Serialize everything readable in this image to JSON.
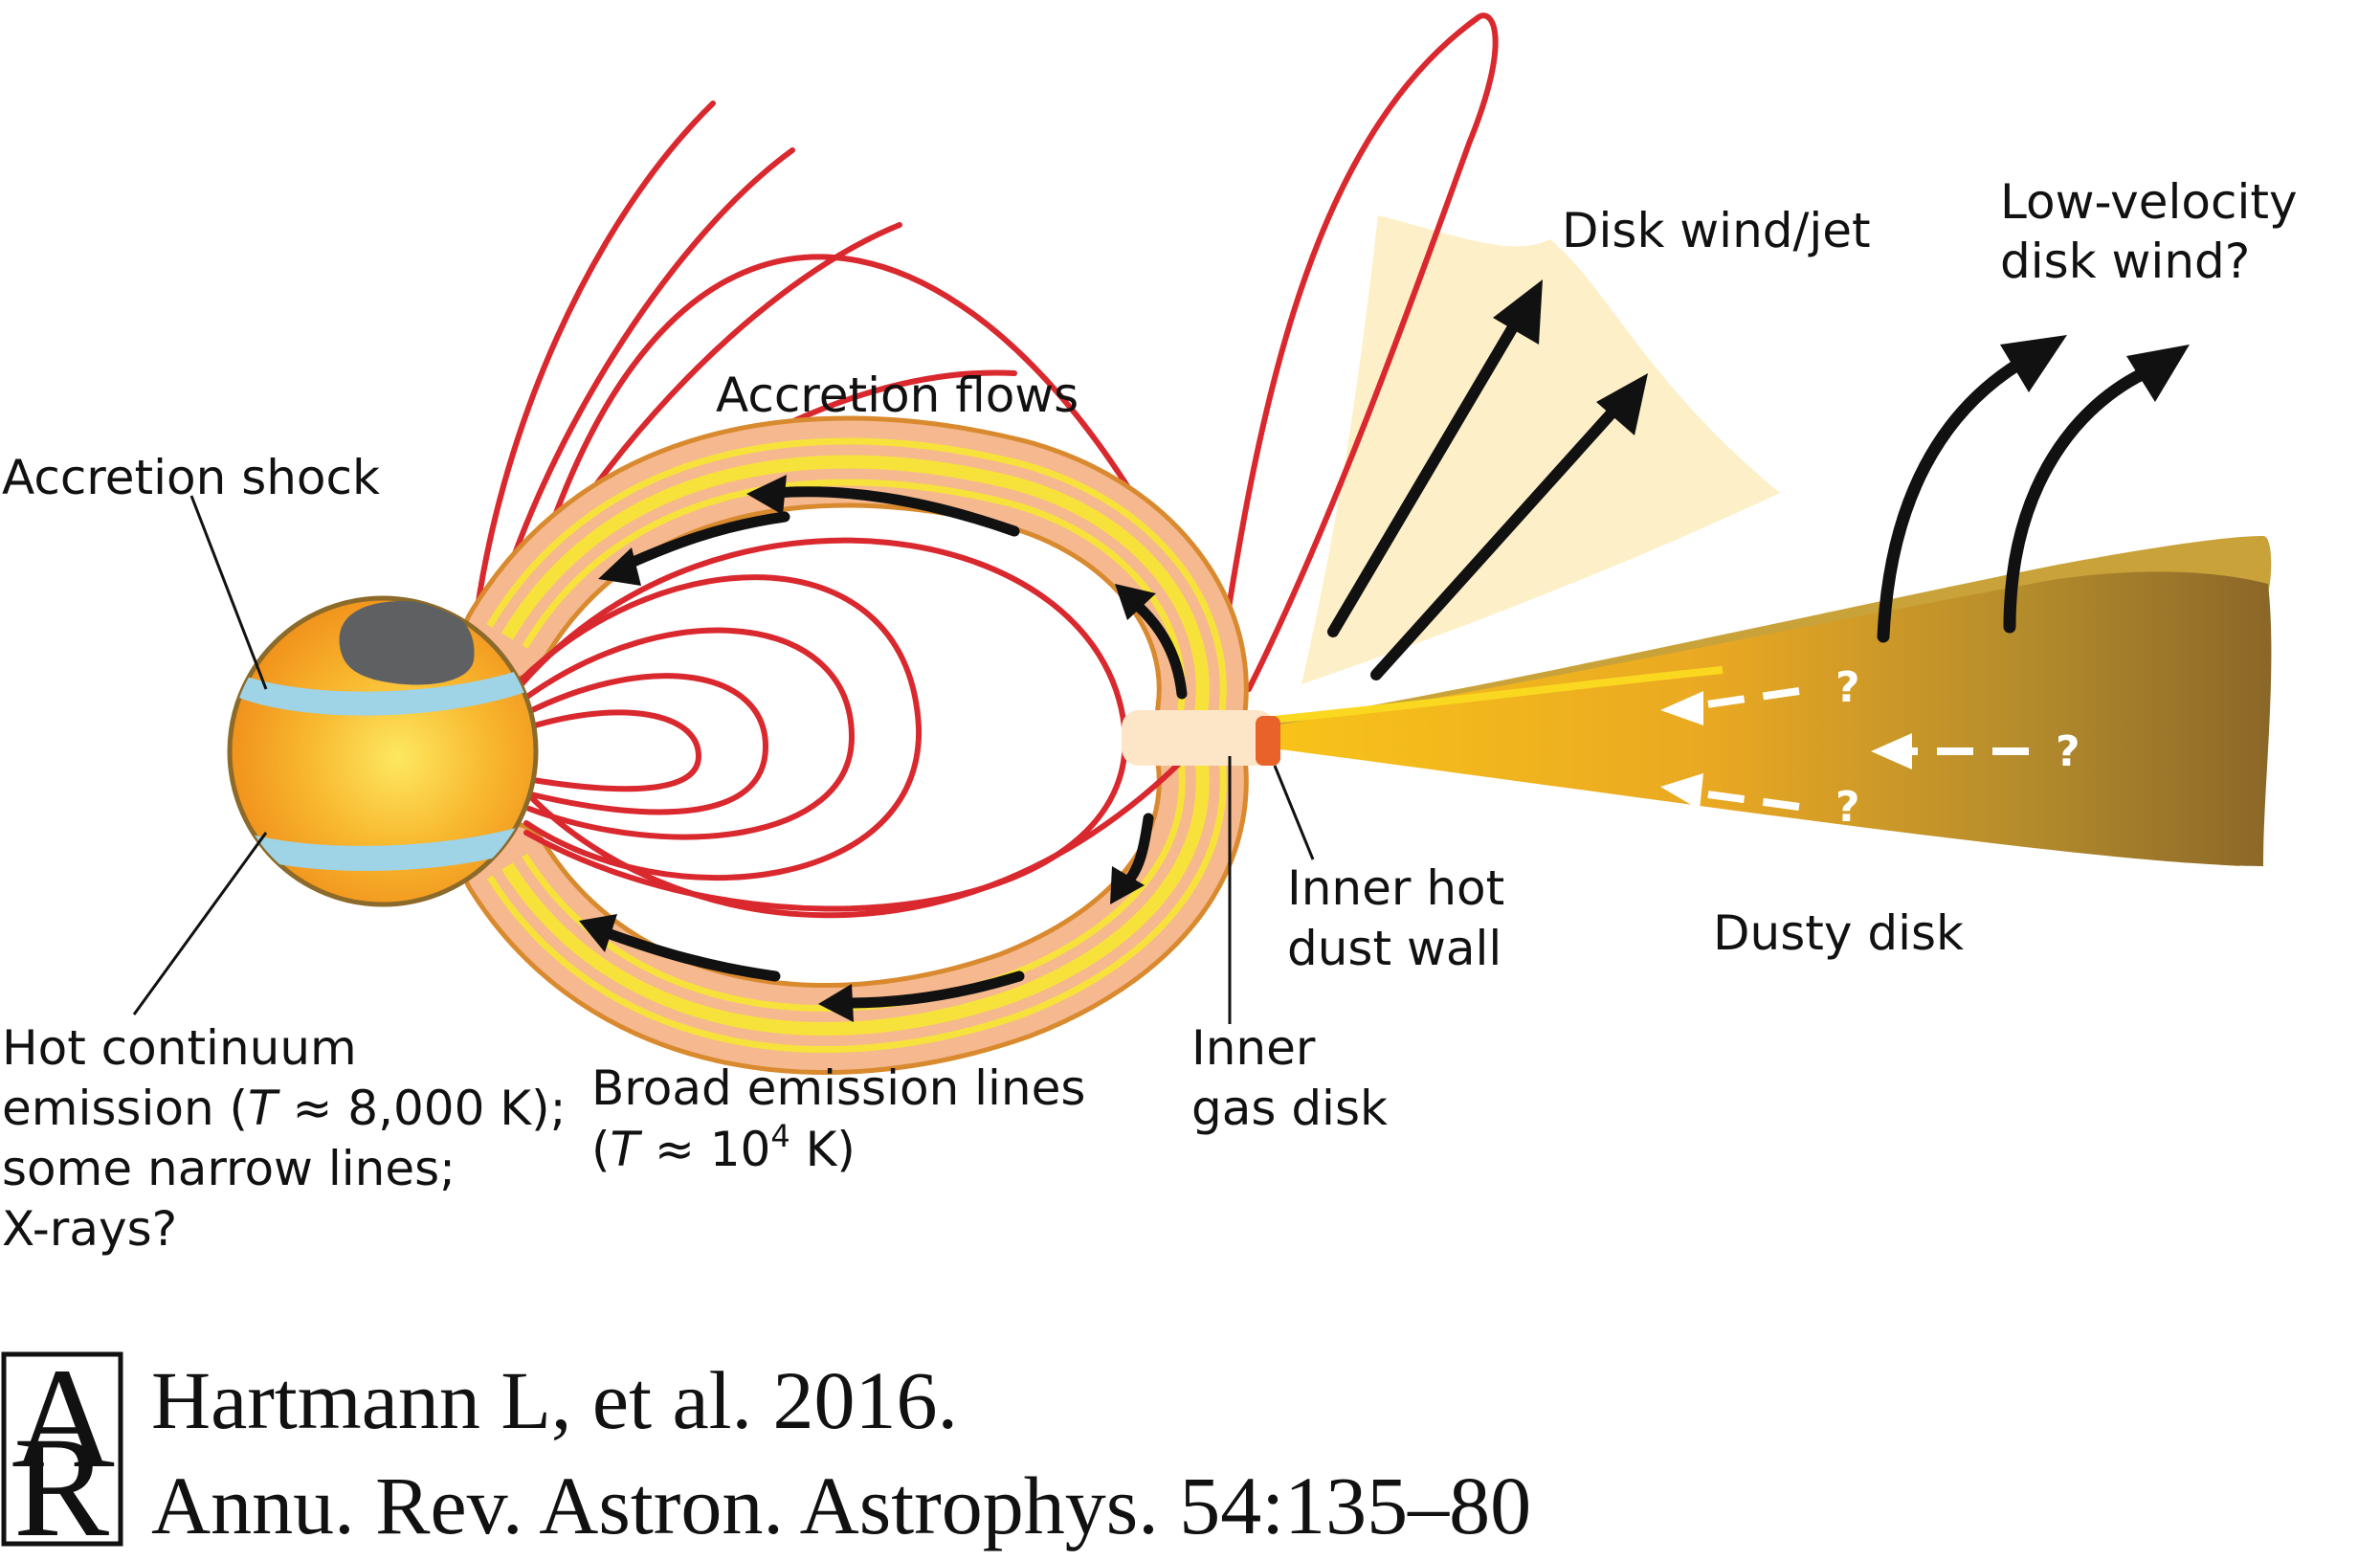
{
  "labels": {
    "accretion_shock": "Accretion shock",
    "accretion_flows": "Accretion flows",
    "disk_wind_jet": "Disk wind/jet",
    "low_velocity_1": "Low-velocity",
    "low_velocity_2": "disk wind?",
    "hot_continuum_1": "Hot continuum",
    "hot_continuum_2a": "emission (",
    "hot_continuum_2b": "T",
    "hot_continuum_2c": " ≈ 8,000 K);",
    "hot_continuum_3": "some narrow lines;",
    "hot_continuum_4": "X-rays?",
    "broad_emission_1": "Broad emission lines",
    "broad_emission_2a": "(",
    "broad_emission_2b": "T",
    "broad_emission_2c": " ≈ 10",
    "broad_emission_2d": "4",
    "broad_emission_2e": " K)",
    "inner_gas_1": "Inner",
    "inner_gas_2": "gas disk",
    "inner_dust_1": "Inner hot",
    "inner_dust_2": "dust wall",
    "dusty_disk": "Dusty disk",
    "question_mark": "?"
  },
  "citation": {
    "line1": "Hartmann L, et al. 2016.",
    "line2": "Annu. Rev. Astron. Astrophys. 54:135–80",
    "logo_top": "A",
    "logo_bottom": "R"
  },
  "colors": {
    "field_lines": "#d9282e",
    "star_core": "#fde05a",
    "star_edge": "#f39a1f",
    "star_spot": "#5f6062",
    "shock_band": "#9fd3e6",
    "accretion_outer": "#f5b88f",
    "accretion_stripe": "#f7e23b",
    "accretion_border": "#d98a2f",
    "wind_fill": "#fdf0c8",
    "disk_inner": "#f7b21f",
    "disk_outer": "#8d6a2b",
    "dust_wall": "#e8622a"
  }
}
